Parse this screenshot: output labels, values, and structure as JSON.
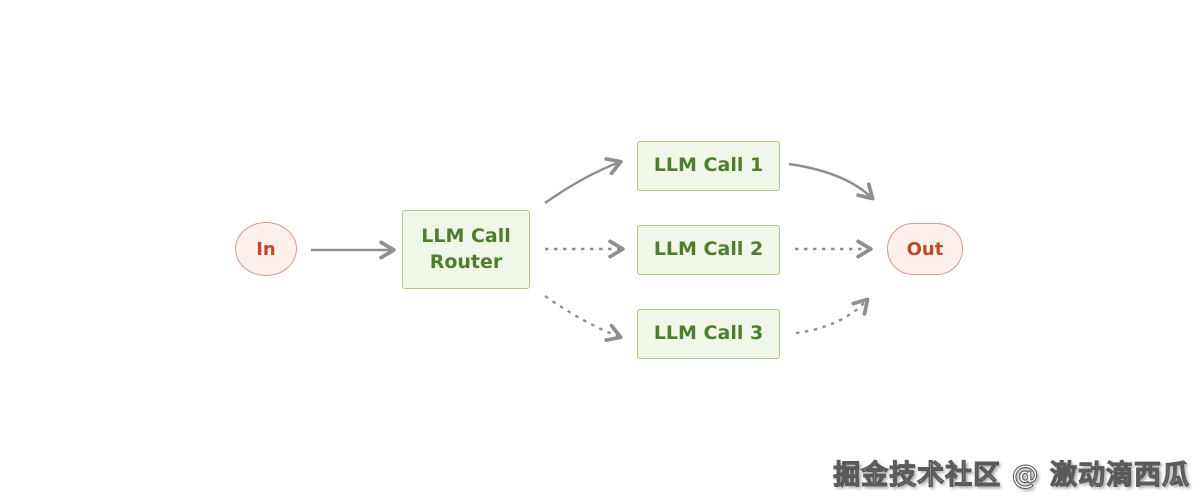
{
  "diagram": {
    "type": "flowchart",
    "nodes": {
      "in": {
        "label": "In",
        "shape": "ellipse"
      },
      "router": {
        "label": "LLM Call Router",
        "shape": "rectangle"
      },
      "call1": {
        "label": "LLM Call 1",
        "shape": "rectangle"
      },
      "call2": {
        "label": "LLM Call 2",
        "shape": "rectangle"
      },
      "call3": {
        "label": "LLM Call 3",
        "shape": "rectangle"
      },
      "out": {
        "label": "Out",
        "shape": "pill"
      }
    },
    "edges": [
      {
        "from": "in",
        "to": "router",
        "style": "solid"
      },
      {
        "from": "router",
        "to": "call1",
        "style": "solid"
      },
      {
        "from": "router",
        "to": "call2",
        "style": "dashed"
      },
      {
        "from": "router",
        "to": "call3",
        "style": "dashed"
      },
      {
        "from": "call1",
        "to": "out",
        "style": "solid"
      },
      {
        "from": "call2",
        "to": "out",
        "style": "dashed"
      },
      {
        "from": "call3",
        "to": "out",
        "style": "dashed"
      }
    ]
  },
  "colors": {
    "background": "#ffffff",
    "node-green-fill": "#f0f7e9",
    "node-green-border": "#a8cc85",
    "node-green-text": "#4e7e2b",
    "node-pink-fill": "#fcefec",
    "node-pink-border": "#d89c8d",
    "node-pink-text": "#bf4a28",
    "edge-gray": "#8f8f8f"
  },
  "watermark": {
    "text": "掘金技术社区 @ 激动滴西瓜"
  }
}
